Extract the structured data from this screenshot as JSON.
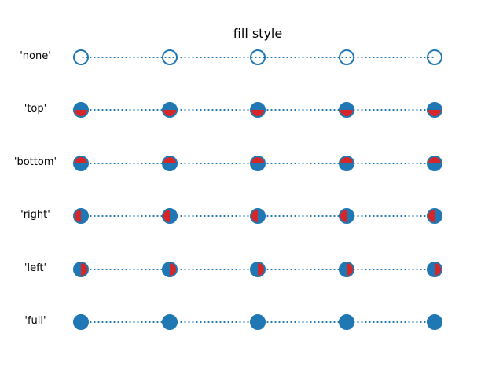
{
  "title": "fill style",
  "colors": {
    "primary": "#1f77b4",
    "alt": "#d62728",
    "background": "#ffffff",
    "text": "#000000"
  },
  "rows": [
    {
      "label": "'none'",
      "fillstyle": "none"
    },
    {
      "label": "'top'",
      "fillstyle": "top"
    },
    {
      "label": "'bottom'",
      "fillstyle": "bottom"
    },
    {
      "label": "'right'",
      "fillstyle": "right"
    },
    {
      "label": "'left'",
      "fillstyle": "left"
    },
    {
      "label": "'full'",
      "fillstyle": "full"
    }
  ],
  "markers_per_row": 5,
  "chart_data": {
    "type": "line",
    "title": "fill style",
    "x": [
      1,
      2,
      3,
      4,
      5
    ],
    "series": [
      {
        "name": "'none'",
        "fillstyle": "none",
        "y": [
          6,
          6,
          6,
          6,
          6
        ]
      },
      {
        "name": "'top'",
        "fillstyle": "top",
        "y": [
          5,
          5,
          5,
          5,
          5
        ]
      },
      {
        "name": "'bottom'",
        "fillstyle": "bottom",
        "y": [
          4,
          4,
          4,
          4,
          4
        ]
      },
      {
        "name": "'right'",
        "fillstyle": "right",
        "y": [
          3,
          3,
          3,
          3,
          3
        ]
      },
      {
        "name": "'left'",
        "fillstyle": "left",
        "y": [
          2,
          2,
          2,
          2,
          2
        ]
      },
      {
        "name": "'full'",
        "fillstyle": "full",
        "y": [
          1,
          1,
          1,
          1,
          1
        ]
      }
    ],
    "marker": "circle",
    "marker_size_px": 20,
    "linestyle": "dotted",
    "line_color": "#1f77b4",
    "marker_facecolor": "#1f77b4",
    "marker_facecolor_alt": "#d62728",
    "marker_edgecolor": "#1f77b4",
    "axes": "hidden",
    "grid": false,
    "legend": "none",
    "row_labels_position": "left"
  }
}
